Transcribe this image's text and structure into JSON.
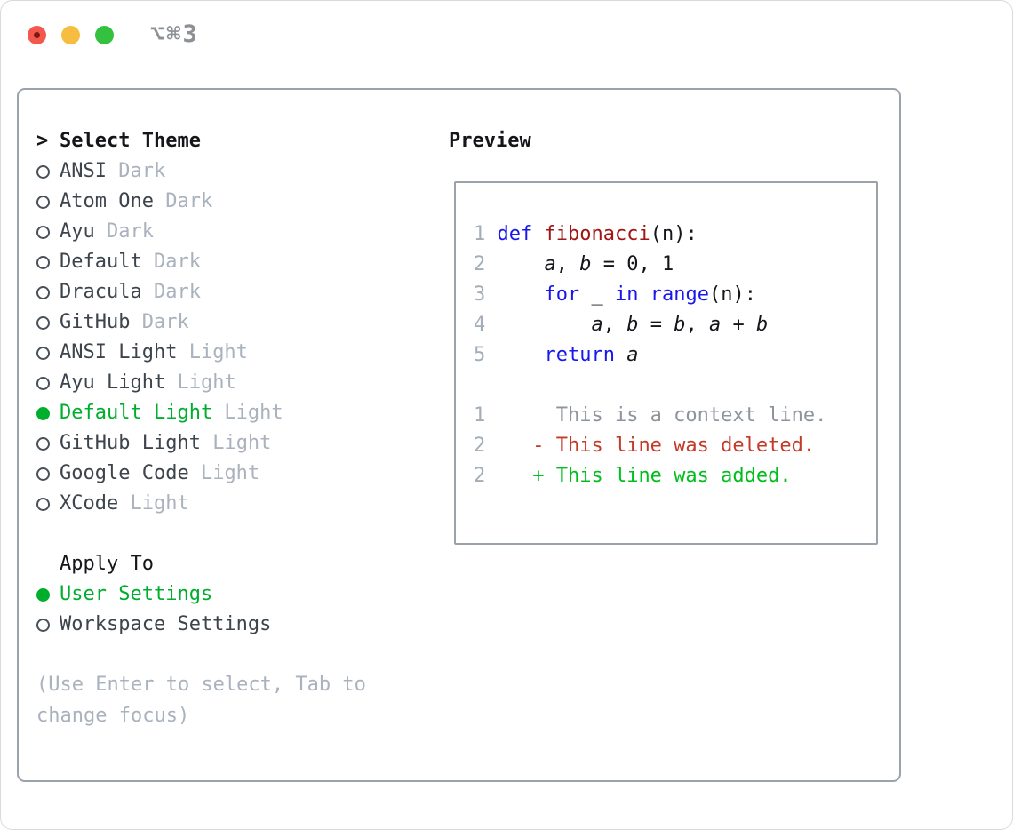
{
  "window": {
    "shortcut": "⌥⌘3",
    "traffic_lights": [
      {
        "name": "close",
        "color": "traffic-red"
      },
      {
        "name": "minimize",
        "color": "traffic-yellow"
      },
      {
        "name": "zoom",
        "color": "traffic-green"
      }
    ]
  },
  "picker": {
    "prompt": ">",
    "title": "Select Theme",
    "items": [
      {
        "name": "ANSI",
        "variant": "Dark",
        "selected": false
      },
      {
        "name": "Atom One",
        "variant": "Dark",
        "selected": false
      },
      {
        "name": "Ayu",
        "variant": "Dark",
        "selected": false
      },
      {
        "name": "Default",
        "variant": "Dark",
        "selected": false
      },
      {
        "name": "Dracula",
        "variant": "Dark",
        "selected": false
      },
      {
        "name": "GitHub",
        "variant": "Dark",
        "selected": false
      },
      {
        "name": "ANSI Light",
        "variant": "Light",
        "selected": false
      },
      {
        "name": "Ayu Light",
        "variant": "Light",
        "selected": false
      },
      {
        "name": "Default Light",
        "variant": "Light",
        "selected": true
      },
      {
        "name": "GitHub Light",
        "variant": "Light",
        "selected": false
      },
      {
        "name": "Google Code",
        "variant": "Light",
        "selected": false
      },
      {
        "name": "XCode",
        "variant": "Light",
        "selected": false
      }
    ],
    "apply_to": {
      "label": "Apply To",
      "options": [
        {
          "label": "User Settings",
          "selected": true
        },
        {
          "label": "Workspace Settings",
          "selected": false
        }
      ]
    },
    "hint": "(Use Enter to select, Tab to change focus)"
  },
  "preview": {
    "label": "Preview",
    "lines": [
      {
        "segments": [
          {
            "t": "1 ",
            "c": "ln"
          },
          {
            "t": "def",
            "c": "k"
          },
          {
            "t": " ",
            "c": "p"
          },
          {
            "t": "fibonacci",
            "c": "f"
          },
          {
            "t": "(n):",
            "c": "p"
          }
        ]
      },
      {
        "segments": [
          {
            "t": "2 ",
            "c": "ln"
          },
          {
            "t": "    ",
            "c": "p"
          },
          {
            "t": "a",
            "c": "v"
          },
          {
            "t": ", ",
            "c": "p"
          },
          {
            "t": "b",
            "c": "v"
          },
          {
            "t": " = 0, 1",
            "c": "p"
          }
        ]
      },
      {
        "segments": [
          {
            "t": "3 ",
            "c": "ln"
          },
          {
            "t": "    ",
            "c": "p"
          },
          {
            "t": "for",
            "c": "k"
          },
          {
            "t": " _ ",
            "c": "p"
          },
          {
            "t": "in",
            "c": "k"
          },
          {
            "t": " ",
            "c": "p"
          },
          {
            "t": "range",
            "c": "k"
          },
          {
            "t": "(n):",
            "c": "p"
          }
        ]
      },
      {
        "segments": [
          {
            "t": "4 ",
            "c": "ln"
          },
          {
            "t": "        ",
            "c": "p"
          },
          {
            "t": "a",
            "c": "v"
          },
          {
            "t": ", ",
            "c": "p"
          },
          {
            "t": "b",
            "c": "v"
          },
          {
            "t": " = ",
            "c": "p"
          },
          {
            "t": "b",
            "c": "v"
          },
          {
            "t": ", ",
            "c": "p"
          },
          {
            "t": "a",
            "c": "v"
          },
          {
            "t": " + ",
            "c": "p"
          },
          {
            "t": "b",
            "c": "v"
          }
        ]
      },
      {
        "segments": [
          {
            "t": "5 ",
            "c": "ln"
          },
          {
            "t": "    ",
            "c": "p"
          },
          {
            "t": "return",
            "c": "k"
          },
          {
            "t": " ",
            "c": "p"
          },
          {
            "t": "a",
            "c": "v"
          }
        ]
      },
      {
        "segments": []
      },
      {
        "segments": [
          {
            "t": "1",
            "c": "ln"
          },
          {
            "t": "      This is a context line.",
            "c": "ctx"
          }
        ]
      },
      {
        "segments": [
          {
            "t": "2",
            "c": "ln"
          },
          {
            "t": "    ",
            "c": "p"
          },
          {
            "t": "- This line was deleted.",
            "c": "del"
          }
        ]
      },
      {
        "segments": [
          {
            "t": "2",
            "c": "ln"
          },
          {
            "t": "    ",
            "c": "p"
          },
          {
            "t": "+ This line was added.",
            "c": "add"
          }
        ]
      }
    ]
  },
  "colors": {
    "accent-green": "#00ae2e",
    "added-green": "#00bf1c",
    "deleted-red": "#c43a28",
    "keyword-blue": "#1717ee",
    "function-red": "#a31515",
    "text-dark": "#3d444c",
    "text-black": "#141619",
    "muted-gray": "#a9b2bd",
    "linenum-gray": "#a3adb8",
    "context-gray": "#8d949c",
    "border-gray": "#9aa2ac",
    "titlebar-gray": "#8d9196",
    "traffic-red": "#f4574d",
    "traffic-red-dot": "#7d1a10",
    "traffic-yellow": "#f7bd40",
    "traffic-green": "#33c13f"
  }
}
